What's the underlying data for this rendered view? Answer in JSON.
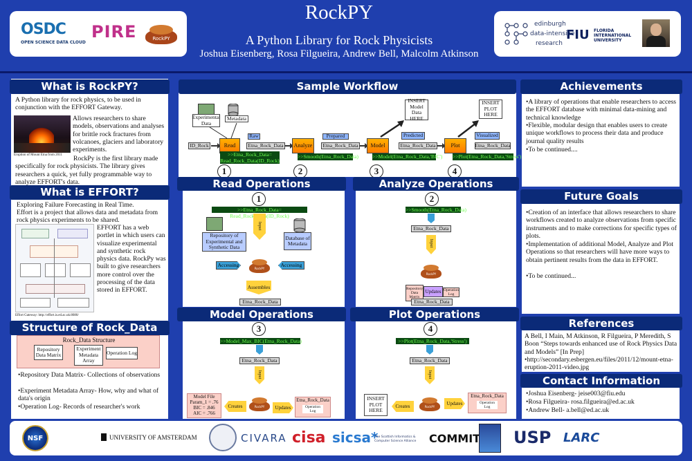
{
  "header": {
    "title": "RockPY",
    "subtitle": "A Python Library for Rock Physicists",
    "authors": "Joshua Eisenberg, Rosa Filgueira, Andrew Bell, Malcolm Atkinson",
    "logos_left": {
      "osdc_main": "OSDC",
      "osdc_sub": "OPEN SCIENCE DATA CLOUD",
      "pire": "PIRE",
      "rockpy_pie": "RockPY"
    },
    "logos_right": {
      "edinburgh_1": "edinburgh",
      "edinburgh_2": "data-intensive",
      "edinburgh_3": "research",
      "fiu": "FIU",
      "fiu_1": "FLORIDA",
      "fiu_2": "INTERNATIONAL",
      "fiu_3": "UNIVERSITY"
    }
  },
  "what_is_rockpy": {
    "title": "What is RockPY?",
    "intro": "A Python library for rock physics, to be used in conjunction with the EFFORT Gateway.",
    "side": "Allows researchers to share models, observations and analyses for brittle rock fractures from volcanoes, glaciers and laboratory experiments.",
    "rest": "RockPy is the first library made specifically for rock physicists. The library gives researchers a quick, yet fully programmable way to analyze EFFORT's data.",
    "caption": "Eruption of Mount Etna from 2011"
  },
  "what_is_effort": {
    "title": "What is EFFORT?",
    "intro": "Exploring Failure Forecasting in Real Time.",
    "intro2": "Effort is a project that allows data and metadata from rock physics experiments to be shared.",
    "side": "EFFORT has a web portlet in which users can visualize experimental and synthetic rock physics data. RockPy was built to give researchers more control over the processing of the data stored in EFFORT.",
    "caption": "Effort Gateway: http://effort.is.ed.ac.uk:8080/"
  },
  "structure": {
    "title": "Structure of Rock_Data",
    "diagram_title": "Rock_Data Structure",
    "box1": "Repository Data Matrix",
    "box2": "Experiment Metadata Array",
    "box3": "Operation Log",
    "bullets": [
      "•Repository Data Matrix- Collections of observations",
      "•Experiment Metadata Array- How, why and what of data's origin",
      "•Operation Log- Records of researcher's work"
    ]
  },
  "workflow": {
    "title": "Sample Workflow",
    "experimental": "Experimental Data",
    "metadata": "Metadata",
    "id_rock": "ID_Rock",
    "read": "Read",
    "raw": "Raw",
    "etna1": "Etna_Rock_Data",
    "analyze": "Analyze",
    "prepared": "Prepared",
    "etna2": "Etna_Rock_Data",
    "model": "Model",
    "predicted": "Predicted",
    "etna3": "Etna_Rock_Data",
    "plot": "Plot",
    "visualized": "Visualized",
    "etna4": "Etna_Rock_Data",
    "insert_model": "INSERT Model Data HERE",
    "insert_plot": "INSERT PLOT HERE",
    "code1": ">>Etna_Rock_Data= Read_Rock_Data(ID_Rock)",
    "code2": ">>Smooth(Etna_Rock_Data)",
    "code3": ">>Model(Etna_Rock_Data,'BIC')",
    "code4": ">>Plot(Etna_Rock_Data,'Stress')",
    "n1": "1",
    "n2": "2",
    "n3": "3",
    "n4": "4"
  },
  "read_ops": {
    "title": "Read Operations",
    "num": "1",
    "code": ">>Etna_Rock_Data= Read_Rock_Data(ID_Rock)",
    "input": "Input",
    "repo": "Repository of Experimental and Synthetic Data",
    "db": "Database of Metadata",
    "accessing1": "Accessing",
    "accessing2": "Accessing",
    "assembles": "Assembles",
    "result": "Etna_Rock_Data",
    "pie": "RockPY"
  },
  "analyze_ops": {
    "title": "Analyze Operations",
    "num": "2",
    "code": ">>Smooth(Etna_Rock_Data)",
    "etna": "Etna_Rock_Data",
    "input": "Input",
    "repo": "Repository Data Matrix",
    "updates": "Updates",
    "oplog": "Operation Log",
    "result": "Etna_Rock_Data",
    "pie": "RockPY"
  },
  "model_ops": {
    "title": "Model Operations",
    "num": "3",
    "code": ">>Model_Max_BIC(Etna_Rock_Data)",
    "etna": "Etna_Rock_Data",
    "input": "Input",
    "model_file": "Model File",
    "param": "Param_1 = .76",
    "bic": "BIC = .846",
    "aic": "AIC = .766",
    "creates": "Creates",
    "updates": "Updates",
    "etna2": "Etna_Rock_Data",
    "oplog": "Operation Log",
    "pie": "RockPY"
  },
  "plot_ops": {
    "title": "Plot Operations",
    "num": "4",
    "code": ">>Plot(Etna_Rock_Data,'Stress')",
    "etna": "Etna_Rock_Data",
    "input": "Input",
    "insert_plot": "INSERT PLOT HERE",
    "creates": "Creates",
    "updates": "Updates",
    "etna2": "Etna_Rock_Data",
    "oplog": "Operation Log",
    "pie": "RockPY"
  },
  "achievements": {
    "title": "Achievements",
    "items": [
      "•A library of operations that enable researchers to access the EFFORT database with minimal data-mining  and technical knowledge",
      "•Flexible, modular design that enables users to create unique workflows to process their data and produce journal quality results",
      "•To be continued...."
    ]
  },
  "future": {
    "title": "Future Goals",
    "items": [
      "•Creation of an interface that allows researchers to share workflows created to analyze observations from specific instruments and to make corrections for specific types of plots.",
      "•Implementation of additional Model, Analyze and Plot Operations so that researchers will have more ways to obtain pertinent  results from the data in EFFORT.",
      "•To be continued..."
    ]
  },
  "references": {
    "title": "References",
    "items": [
      "A Bell, I Main, M Atkinson, R Filgueira, P Meredith, S Boon “Steps towards enhanced use of Rock Physics Data and Models” [In Prep]",
      "•http://secondary.esbergen.eu/files/2011/12/mount-etna-eruption-2011-video.jpg"
    ]
  },
  "contact": {
    "title": "Contact Information",
    "items": [
      "•Joshua Eisenberg- jeise003@fiu.edu",
      "•Rosa Filgueira- rosa.filgueira@ed.ac.uk",
      "•Andrew Bell- a.bell@ed.ac.uk"
    ]
  },
  "footer": {
    "nsf": "NSF",
    "amsterdam": "UNIVERSITY OF AMSTERDAM",
    "civara": "CIVARA",
    "cisa": "cisa",
    "sicsa": "sicsa*",
    "sicsa_sub": "The Scottish Informatics & Computer Science Alliance",
    "commit": "COMMIT/",
    "usp": "USP",
    "larc": "LARC"
  },
  "colors": {
    "background": "#1f3fae",
    "section_title": "#0b2a78",
    "code_bg": "#0b4a12",
    "code_text": "#6dff4d",
    "orange": "#ff9000"
  }
}
